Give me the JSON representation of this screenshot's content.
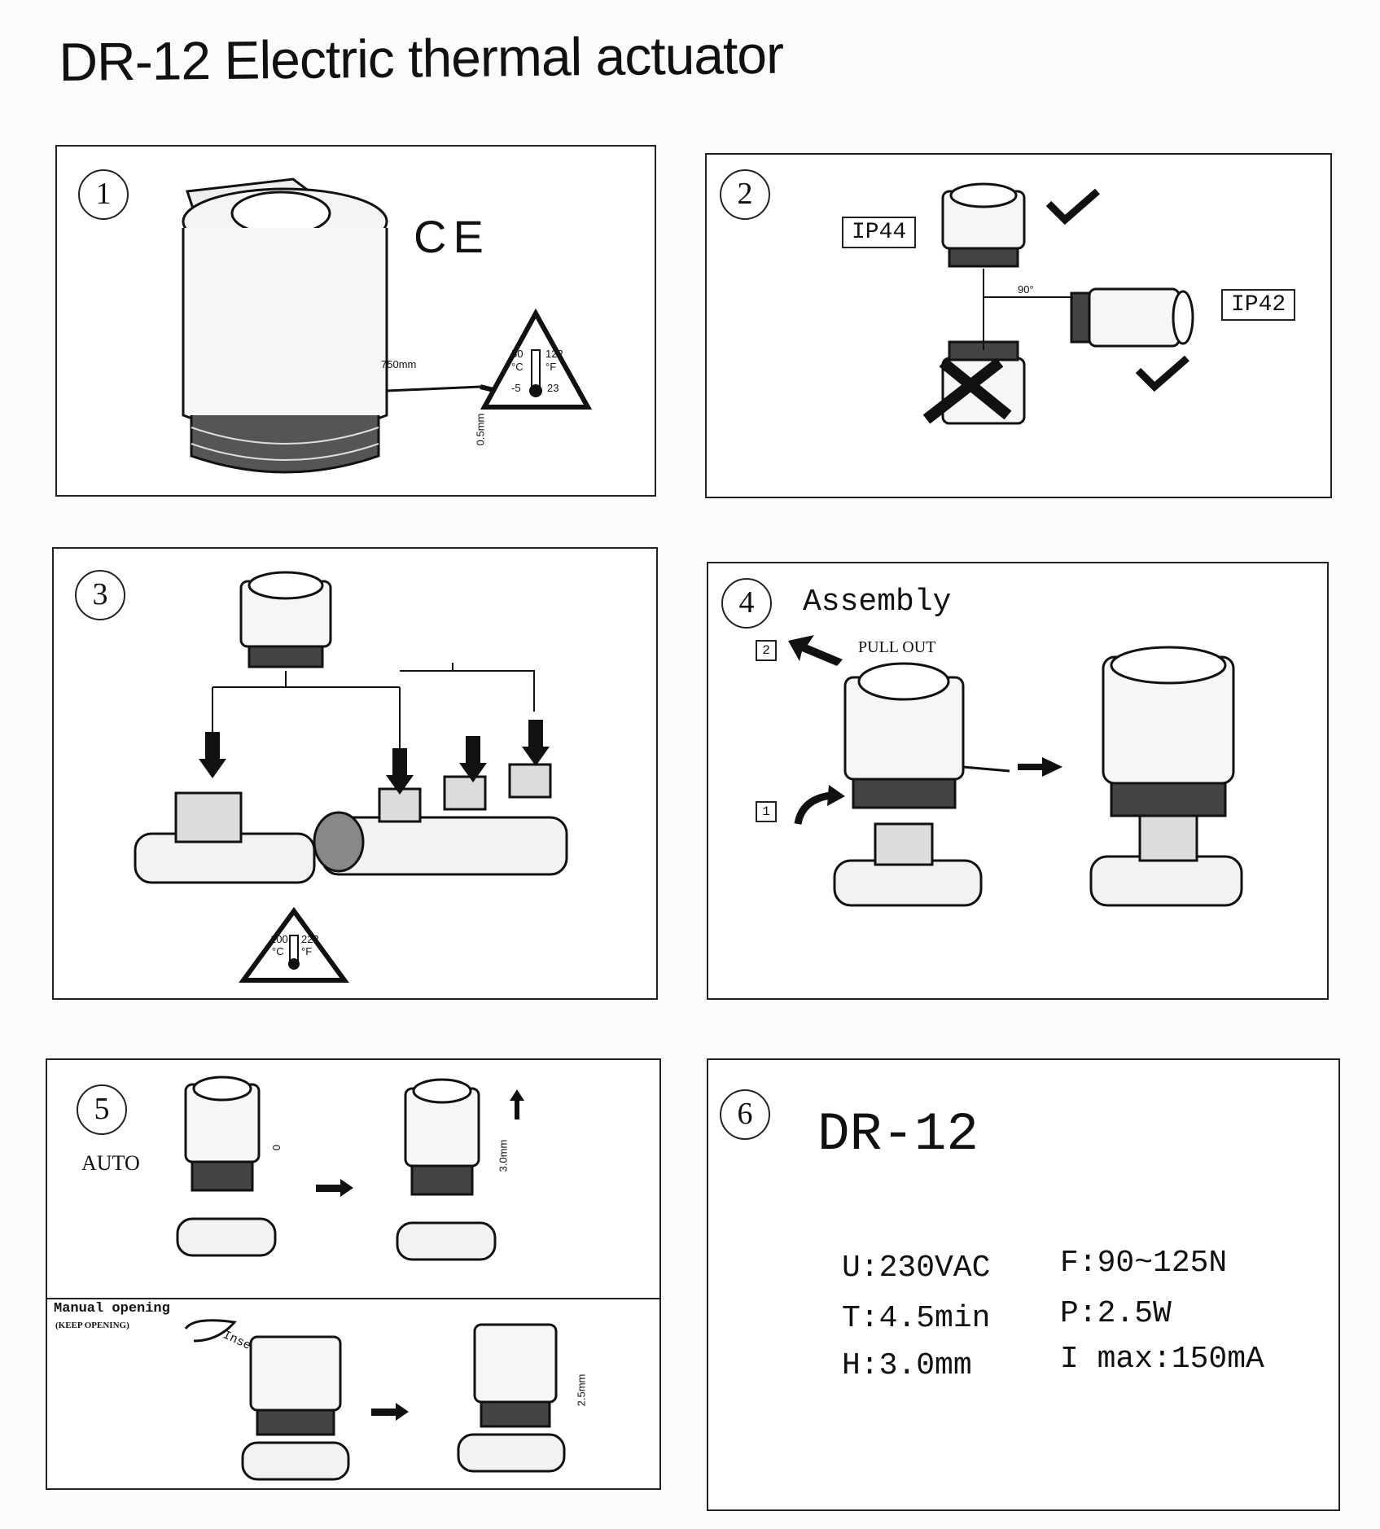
{
  "document": {
    "title": "DR-12 Electric thermal actuator"
  },
  "panels": [
    {
      "number": "1",
      "ce_mark": "CE",
      "cable_length": "750mm",
      "wire_size": "0.5mm",
      "temp_c_high": "50",
      "temp_f_high": "122",
      "temp_c_unit": "°C",
      "temp_f_unit": "°F",
      "temp_c_low": "-5",
      "temp_f_low": "23"
    },
    {
      "number": "2",
      "rating_upright": "IP44",
      "rating_side": "IP42",
      "angle": "90°"
    },
    {
      "number": "3",
      "temp_c": "100",
      "temp_f": "222",
      "temp_c_unit": "°C",
      "temp_f_unit": "°F"
    },
    {
      "number": "4",
      "heading": "Assembly",
      "step_two": "2",
      "step_two_label": "PULL OUT",
      "step_one": "1"
    },
    {
      "number": "5",
      "mode": "AUTO",
      "stroke_start": "0",
      "stroke_end": "3.0mm",
      "manual_label": "Manual opening",
      "manual_sub": "(KEEP OPENING)",
      "insert_label": "Insert",
      "manual_stroke": "2.5mm"
    },
    {
      "number": "6",
      "model": "DR-12",
      "specs": {
        "u": "U:230VAC",
        "f": "F:90~125N",
        "t": "T:4.5min",
        "p": "P:2.5W",
        "h": "H:3.0mm",
        "i": "I max:150mA"
      }
    }
  ]
}
